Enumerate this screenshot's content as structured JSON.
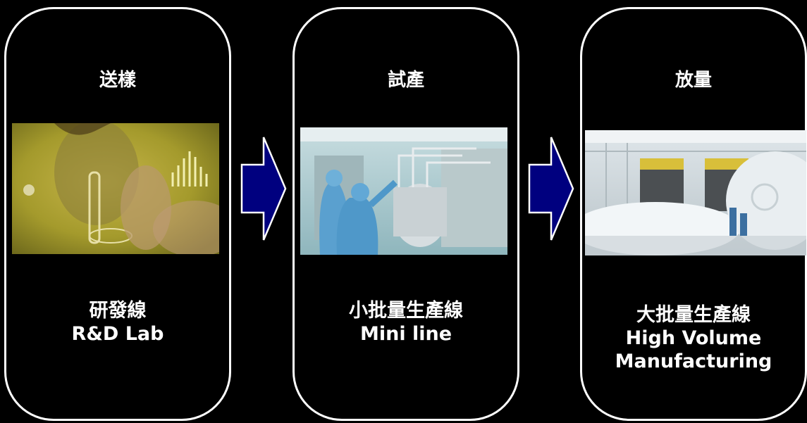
{
  "stages": [
    {
      "title": "送樣",
      "label_zh": "研發線",
      "label_en": [
        "R&D Lab"
      ],
      "image": "rnd-lab-photo"
    },
    {
      "title": "試產",
      "label_zh": "小批量生產線",
      "label_en": [
        "Mini line"
      ],
      "image": "mini-line-cleanroom-photo"
    },
    {
      "title": "放量",
      "label_zh": "大批量生產線",
      "label_en": [
        "High Volume",
        "Manufacturing"
      ],
      "image": "high-volume-fab-photo"
    }
  ],
  "arrows": [
    "arrow-right-icon",
    "arrow-right-icon"
  ],
  "colors": {
    "background": "#000000",
    "border": "#ffffff",
    "text": "#ffffff",
    "arrow_fill": "#00007f"
  }
}
